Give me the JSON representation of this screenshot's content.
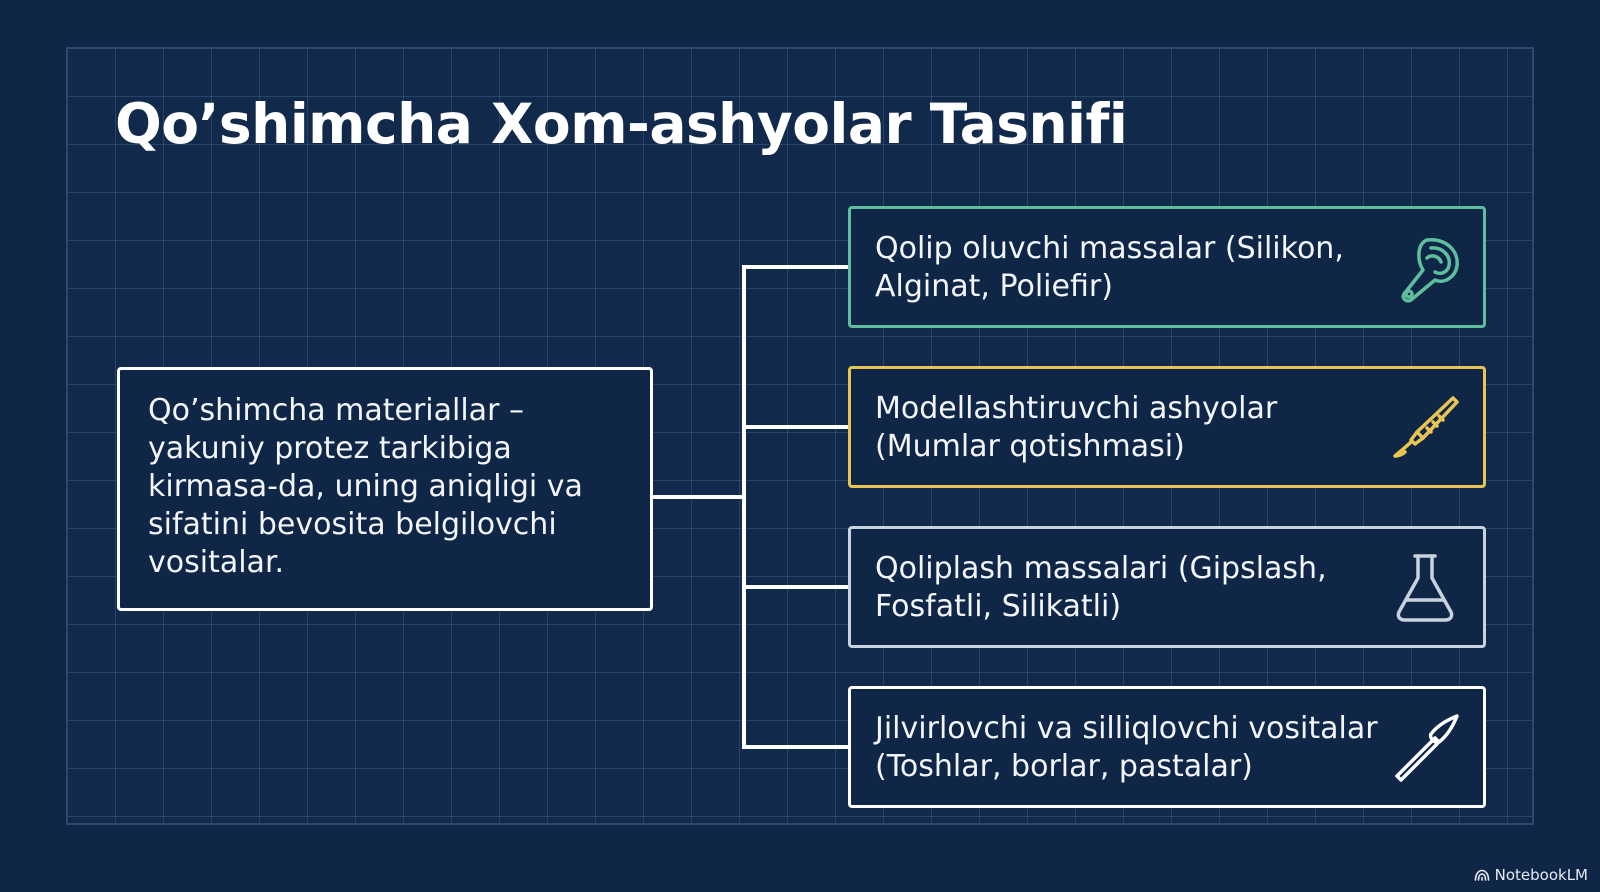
{
  "title": "Qo’shimcha Xom-ashyolar Tasnifi",
  "source": {
    "text": "Qo’shimcha materiallar – yakuniy protez tarkibiga kirmasa-da, uning aniqligi va sifatini bevosita belgilovchi vositalar."
  },
  "categories": [
    {
      "label": "Qolip oluvchi massalar (Silikon, Alginat, Poliefir)",
      "icon": "impression-tray-icon",
      "border_color": "#5fbe9c"
    },
    {
      "label": "Modellashtiruvchi ashyolar (Mumlar qotishmasi)",
      "icon": "wax-carver-icon",
      "border_color": "#e8c452"
    },
    {
      "label": "Qoliplash massalari (Gipslash, Fosfatli, Silikatli)",
      "icon": "flask-icon",
      "border_color": "#c9d3df"
    },
    {
      "label": "Jilvirlovchi va silliqlovchi vositalar (Toshlar, borlar, pastalar)",
      "icon": "polishing-bur-icon",
      "border_color": "#ffffff"
    }
  ],
  "colors": {
    "background": "#102647",
    "text": "#ffffff",
    "connector": "#ffffff"
  },
  "brand": {
    "label": "NotebookLM"
  }
}
